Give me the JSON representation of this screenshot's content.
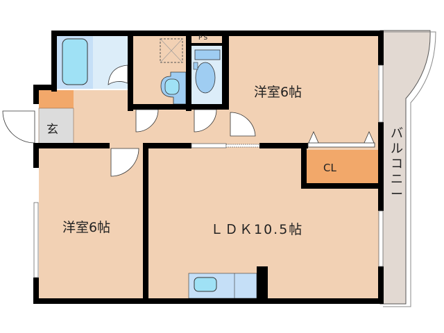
{
  "floor_plan": {
    "rooms": {
      "western_room_1": {
        "label": "洋室6帖"
      },
      "western_room_2": {
        "label": "洋室6帖"
      },
      "ldk": {
        "label": "ＬＤＫ10.5帖"
      },
      "closet": {
        "label": "CL"
      },
      "entrance": {
        "label": "玄"
      },
      "balcony": {
        "label": "バルコニー"
      },
      "pipe_space": {
        "label": "PS"
      }
    },
    "colors": {
      "room_floor": "#f2d1b4",
      "wet_area": "#c5dff7",
      "wet_area_light": "#dcedf9",
      "fixture": "#9fe1f5",
      "closet": "#f2a86a",
      "entrance_floor": "#dcdcdc",
      "balcony": "#e2d9d2",
      "wall": "#000000"
    }
  }
}
